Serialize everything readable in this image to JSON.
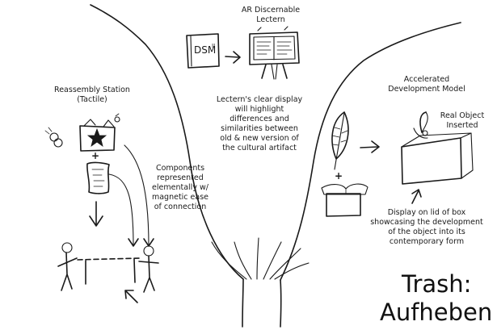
{
  "labels": {
    "ar_lectern_title": "AR Discernable\nLectern",
    "reassembly_title": "Reassembly Station\n(Tactile)",
    "accelerated_title": "Accelerated\nDevelopment Model",
    "lectern_description": "Lectern's clear display\nwill highlight\ndifferences and\nsimilarities between\nold & new version of\nthe cultural artifact",
    "components_description": "Components\nrepresented\nelementally w/\nmagnetic ease\nof connection",
    "real_object": "Real Object\nInserted",
    "display_description": "Display on lid of box\nshowcasing the development\nof the object into its\ncontemporary form",
    "dsm_text": "DSM",
    "dsm_superscript": "II",
    "plus_1": "+",
    "plus_2": "+"
  },
  "title": {
    "line1": "Trash:",
    "line2": "Aufheben"
  }
}
